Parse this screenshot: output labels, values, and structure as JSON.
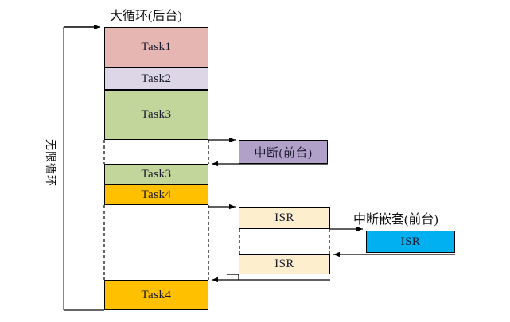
{
  "diagram": {
    "title_main": "大循环(后台)",
    "title_interrupt": "中断嵌套(前台)",
    "loop_label": "无限循环",
    "blocks": {
      "task1": "Task1",
      "task2": "Task2",
      "task3_upper": "Task3",
      "task3_lower": "Task3",
      "task4_upper": "Task4",
      "task4_lower": "Task4",
      "interrupt": "中断(前台)",
      "isr_top": "ISR",
      "isr_bottom": "ISR",
      "isr_nested": "ISR"
    },
    "colors": {
      "task1": "#e5b6b2",
      "task2": "#dcd6e6",
      "task3": "#c2d69b",
      "task4": "#ffc000",
      "interrupt": "#b1a0c7",
      "isr": "#fdeecd",
      "isr_nested": "#00b0f0",
      "stroke": "#000000",
      "background": "#ffffff"
    }
  }
}
